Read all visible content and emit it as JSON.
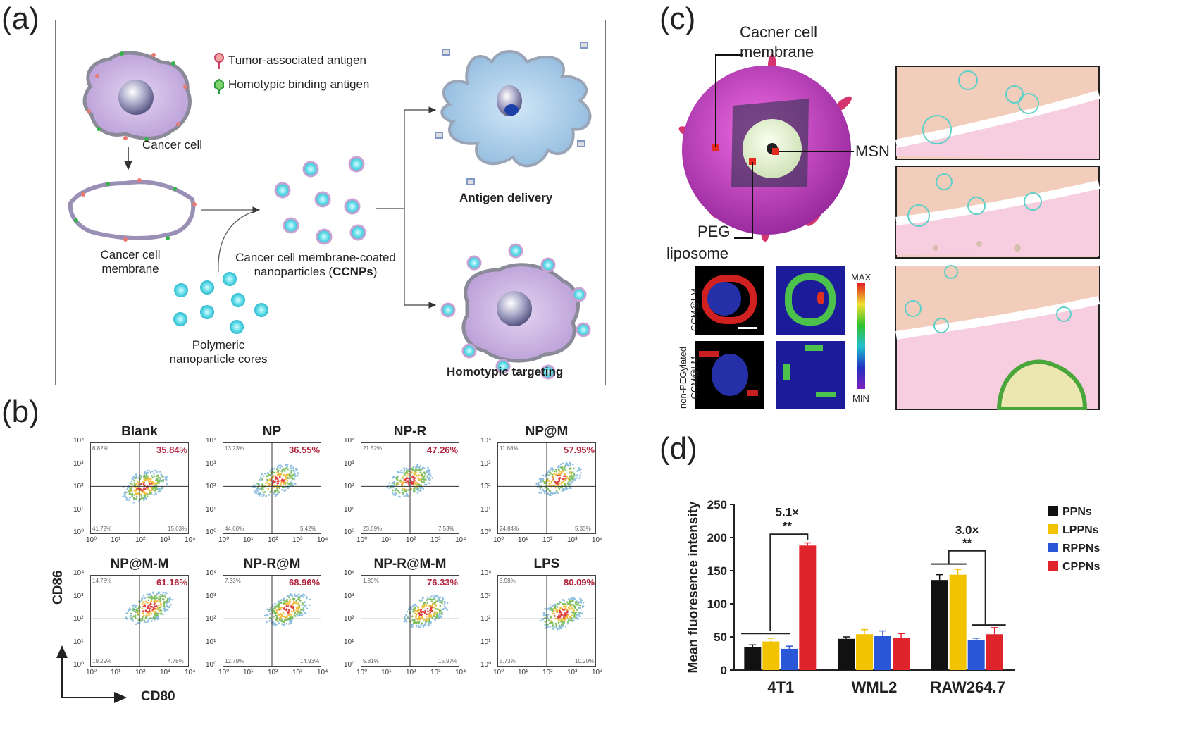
{
  "panels": {
    "a": "(a)",
    "b": "(b)",
    "c": "(c)",
    "d": "(d)"
  },
  "panel_a": {
    "legend_tumor": "Tumor-associated antigen",
    "legend_homotypic": "Homotypic binding antigen",
    "cancer_cell": "Cancer cell",
    "membrane_line1": "Cancer cell",
    "membrane_line2": "membrane",
    "ccnp_line1": "Cancer cell membrane-coated",
    "ccnp_line2_pre": "nanoparticles (",
    "ccnp_line2_bold": "CCNPs",
    "ccnp_line2_post": ")",
    "cores_line1": "Polymeric",
    "cores_line2": "nanoparticle cores",
    "antigen_delivery": "Antigen delivery",
    "homotypic_targeting": "Homotypic targeting"
  },
  "panel_b": {
    "ylabel": "CD86",
    "xlabel": "CD80",
    "tick_labels": [
      "10⁰",
      "10¹",
      "10²",
      "10³",
      "10⁴"
    ],
    "plots": [
      {
        "title": "Blank",
        "pct": "35.84%",
        "q_ul": "6.82%",
        "q_ll": "41.72%",
        "q_lr": "15.63%"
      },
      {
        "title": "NP",
        "pct": "36.55%",
        "q_ul": "13.23%",
        "q_ll": "44.60%",
        "q_lr": "5.42%"
      },
      {
        "title": "NP-R",
        "pct": "47.26%",
        "q_ul": "21.52%",
        "q_ll": "23.69%",
        "q_lr": "7.53%"
      },
      {
        "title": "NP@M",
        "pct": "57.95%",
        "q_ul": "11.88%",
        "q_ll": "24.84%",
        "q_lr": "5.33%"
      },
      {
        "title": "NP@M-M",
        "pct": "61.16%",
        "q_ul": "14.78%",
        "q_ll": "19.29%",
        "q_lr": "4.78%"
      },
      {
        "title": "NP-R@M",
        "pct": "68.96%",
        "q_ul": "7.33%",
        "q_ll": "12.79%",
        "q_lr": "14.93%"
      },
      {
        "title": "NP-R@M-M",
        "pct": "76.33%",
        "q_ul": "1.89%",
        "q_ll": "5.81%",
        "q_lr": "15.97%"
      },
      {
        "title": "LPS",
        "pct": "80.09%",
        "q_ul": "3.98%",
        "q_ll": "5.73%",
        "q_lr": "10.20%"
      }
    ]
  },
  "panel_c": {
    "membrane_line1": "Cacner cell",
    "membrane_line2": "membrane",
    "msn": "MSN",
    "peg": "PEG",
    "liposome": "liposome",
    "row1": "CCM@LM",
    "row2_line1": "non-PEGylated",
    "row2_line2": "CCM@LM",
    "max": "MAX",
    "min": "MIN"
  },
  "chart_data": {
    "type": "bar",
    "categories": [
      "4T1",
      "WML2",
      "RAW264.7"
    ],
    "series": [
      {
        "name": "PPNs",
        "values": [
          35,
          47,
          136
        ],
        "errors": [
          3,
          3,
          8
        ],
        "color": "#111111"
      },
      {
        "name": "LPPNs",
        "values": [
          43,
          54,
          144
        ],
        "errors": [
          5,
          7,
          8
        ],
        "color": "#f2c300"
      },
      {
        "name": "RPPNs",
        "values": [
          32,
          52,
          45
        ],
        "errors": [
          4,
          7,
          3
        ],
        "color": "#2a56d8"
      },
      {
        "name": "CPPNs",
        "values": [
          188,
          48,
          54
        ],
        "errors": [
          4,
          7,
          10
        ],
        "color": "#e0242b"
      }
    ],
    "ylabel": "Mean fluoresence intensity",
    "ylim": [
      0,
      250
    ],
    "yticks": [
      0,
      50,
      100,
      150,
      200,
      250
    ],
    "legend": "top-right",
    "annotations": [
      {
        "fold": "5.1×",
        "sig": "**"
      },
      {
        "fold": "3.0×",
        "sig": "**"
      }
    ]
  }
}
